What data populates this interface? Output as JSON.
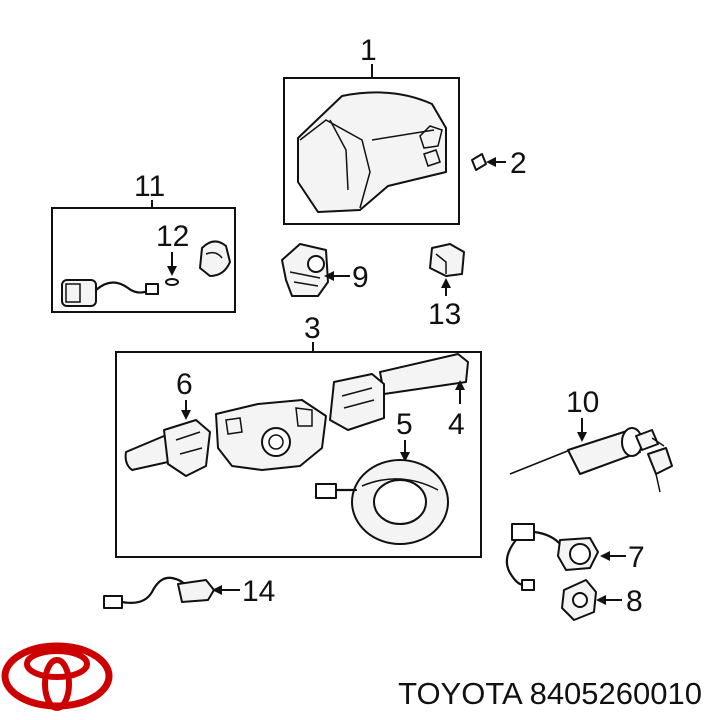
{
  "callouts": {
    "c1": "1",
    "c2": "2",
    "c3": "3",
    "c4": "4",
    "c5": "5",
    "c6": "6",
    "c7": "7",
    "c8": "8",
    "c9": "9",
    "c10": "10",
    "c11": "11",
    "c12": "12",
    "c13": "13",
    "c14": "14"
  },
  "caption": {
    "brand": "TOYOTA",
    "part_number": "8405260010"
  },
  "colors": {
    "logo": "#cc0000",
    "line": "#111111"
  },
  "icons": {
    "logo": "toyota-logo-icon"
  }
}
